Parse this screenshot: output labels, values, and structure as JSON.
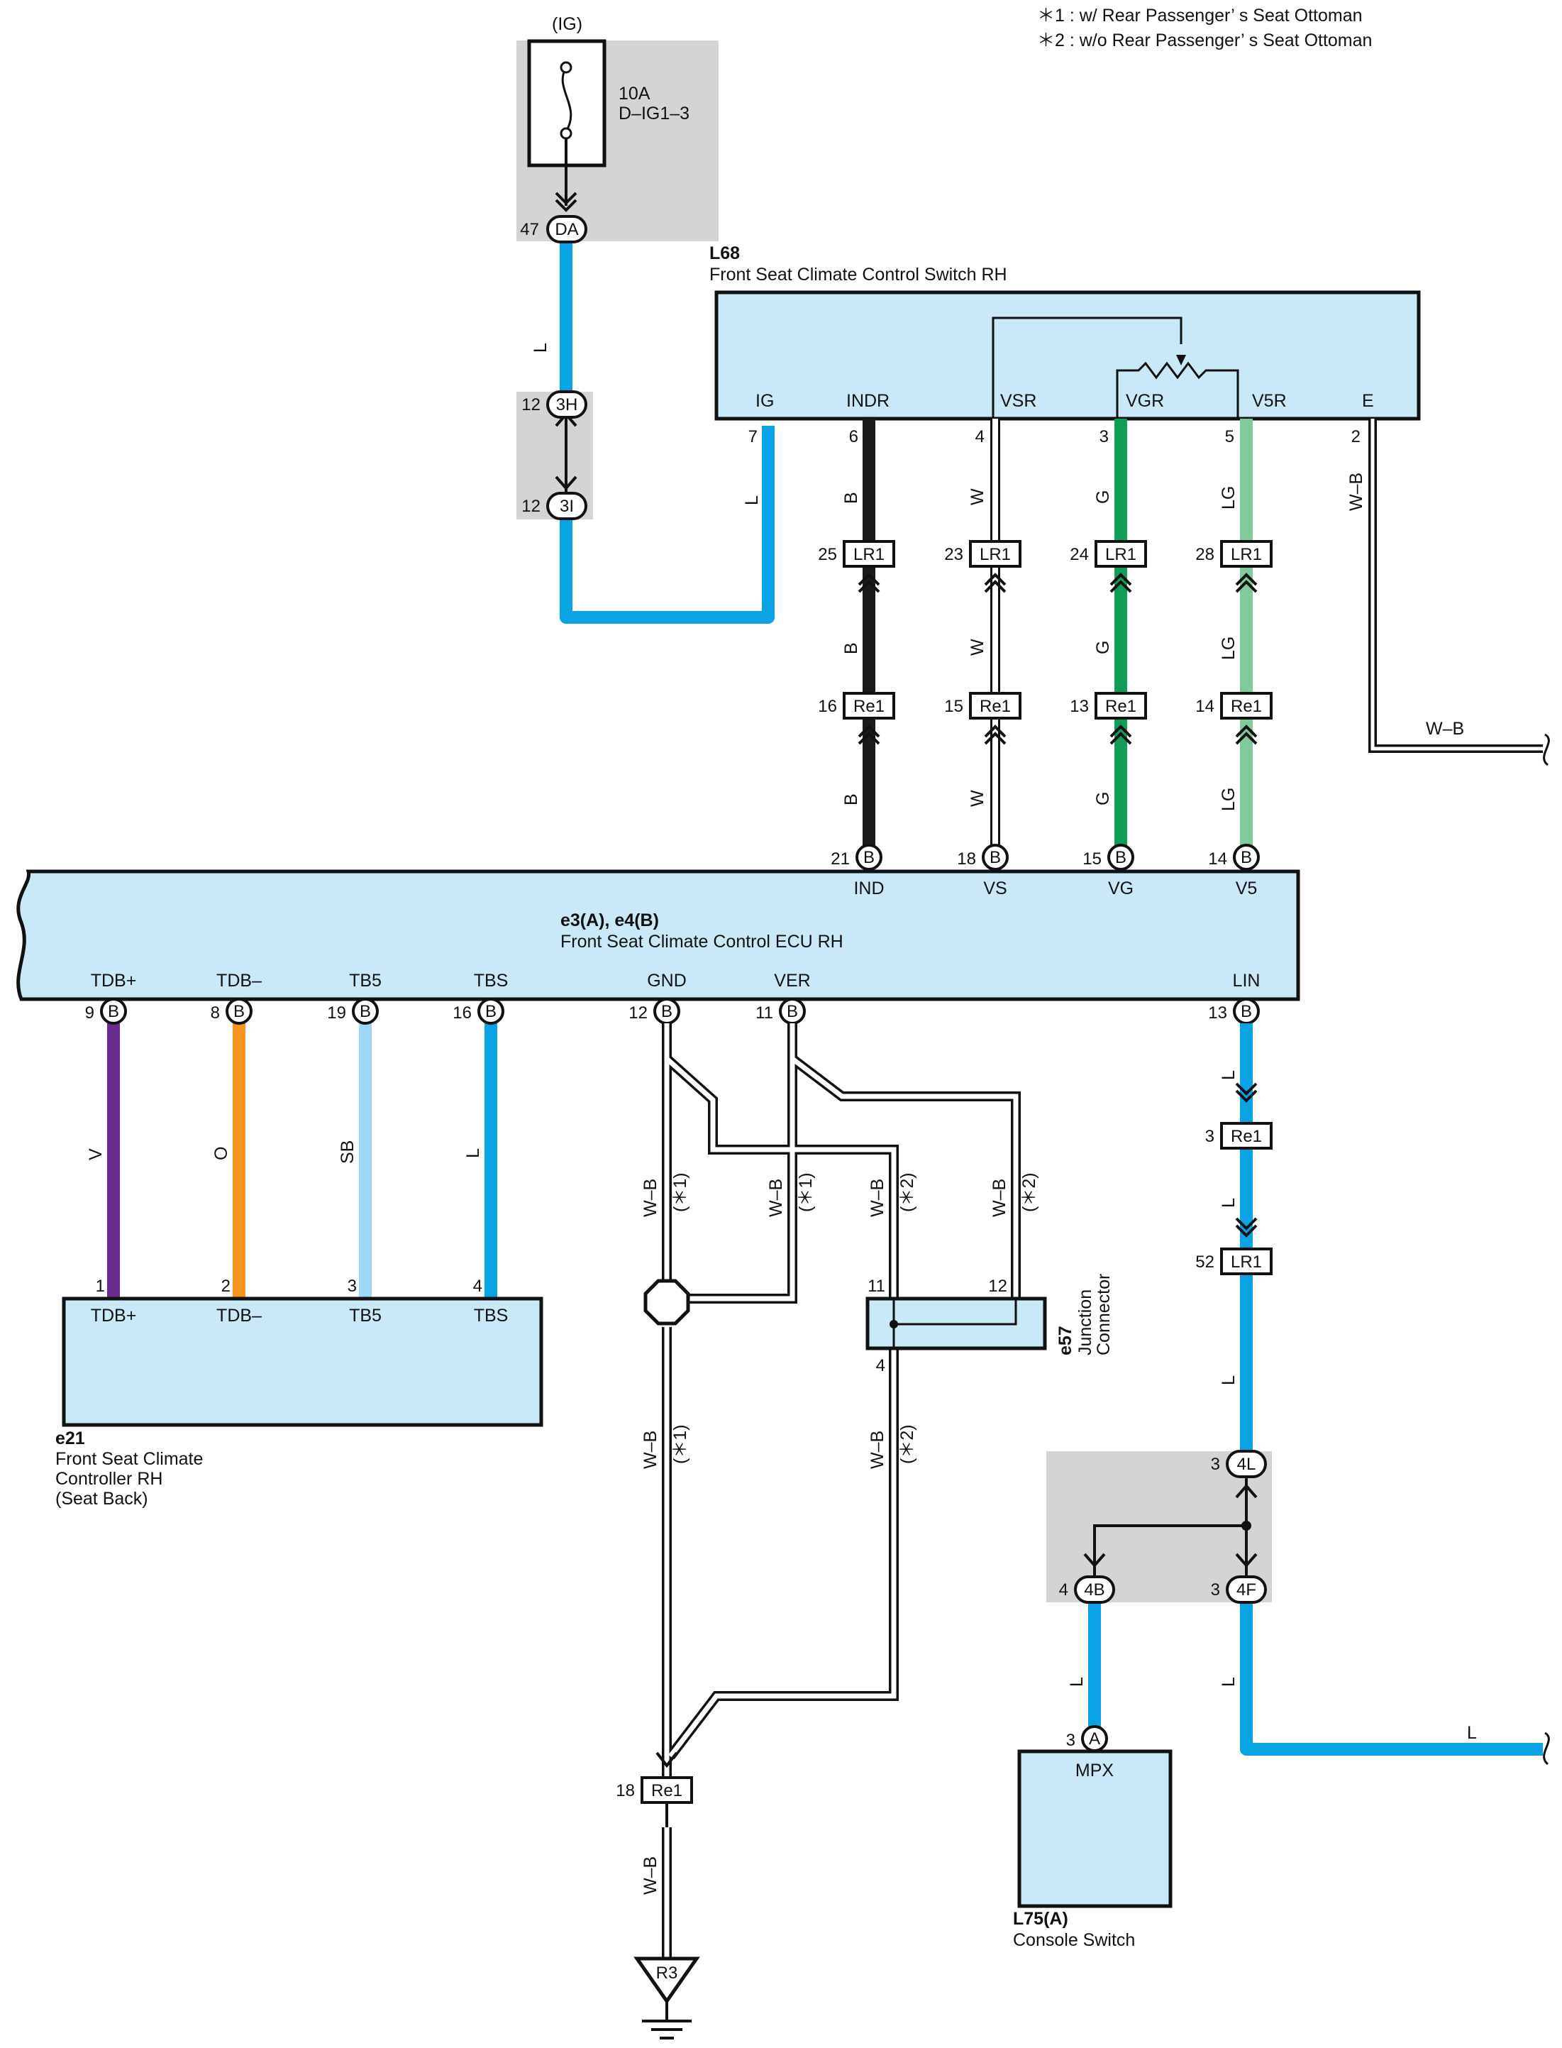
{
  "notes": {
    "note1": "＊1 : w/ Rear Passenger’ s Seat Ottoman",
    "note2": "＊2 : w/o Rear Passenger’ s Seat Ottoman"
  },
  "fuse": {
    "supply": "(IG)",
    "rating": "10A",
    "name": "D–IG1–3"
  },
  "components": {
    "l68": {
      "code": "L68",
      "name": "Front Seat Climate Control Switch RH",
      "terminals": [
        "IG",
        "INDR",
        "VSR",
        "VGR",
        "V5R",
        "E"
      ]
    },
    "ecu": {
      "code": "e3(A), e4(B)",
      "name": "Front Seat Climate Control ECU RH",
      "top_terminals": [
        "IND",
        "VS",
        "VG",
        "V5"
      ],
      "bottom_terminals": [
        "TDB+",
        "TDB–",
        "TB5",
        "TBS",
        "GND",
        "VER",
        "LIN"
      ]
    },
    "e21": {
      "code": "e21",
      "line1": "Front Seat Climate",
      "line2": "Controller RH",
      "line3": "(Seat Back)",
      "terminals": [
        "TDB+",
        "TDB–",
        "TB5",
        "TBS"
      ]
    },
    "e57": {
      "code": "e57",
      "line1": "Junction",
      "line2": "Connector"
    },
    "l75": {
      "code": "L75(A)",
      "name": "Console Switch",
      "terminal": "MPX"
    },
    "ground": {
      "name": "R3"
    }
  },
  "connectors": {
    "DA": "DA",
    "3H": "3H",
    "3I": "3I",
    "LR1": "LR1",
    "Re1": "Re1",
    "B": "B",
    "4L": "4L",
    "4B": "4B",
    "4F": "4F",
    "A": "A"
  },
  "pins": {
    "da": "47",
    "h3": "12",
    "i3": "12",
    "ig": "7",
    "indr": "6",
    "vsr": "4",
    "vgr": "3",
    "v5r": "5",
    "e": "2",
    "lr_b": "25",
    "lr_w": "23",
    "lr_g": "24",
    "lr_lg": "28",
    "re_b": "16",
    "re_w": "15",
    "re_g": "13",
    "re_lg": "14",
    "ecu_ind": "21",
    "ecu_vs": "18",
    "ecu_vg": "15",
    "ecu_v5": "14",
    "tdbp": "9",
    "tdbm": "8",
    "tb5": "19",
    "tbs": "16",
    "gnd": "12",
    "ver": "11",
    "lin": "13",
    "e21_1": "1",
    "e21_2": "2",
    "e21_3": "3",
    "e21_4": "4",
    "e57_11": "11",
    "e57_12": "12",
    "e57_4": "4",
    "re_lin": "3",
    "lr_lin": "52",
    "l4": "3",
    "b4": "4",
    "f4": "3",
    "a_mpx": "3",
    "re_gnd": "18"
  },
  "wires": {
    "L": "L",
    "B": "B",
    "W": "W",
    "G": "G",
    "LG": "LG",
    "WB": "W–B",
    "V": "V",
    "O": "O",
    "SB": "SB",
    "n1": "(＊1)",
    "n2": "(＊2)"
  },
  "colors": {
    "L": "#0aa3e6",
    "B": "#1a1a1a",
    "W": "#ffffff",
    "G": "#0f9d58",
    "LG": "#82c99b",
    "V": "#6a2c8f",
    "O": "#f7941d",
    "SB": "#9fd7f5",
    "box": "#c9e8f8",
    "shade": "#d4d4d4"
  }
}
